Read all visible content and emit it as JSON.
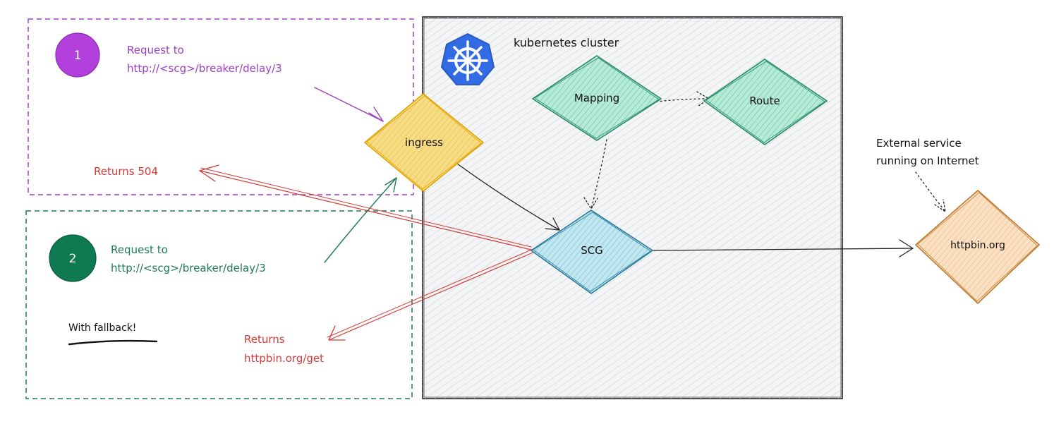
{
  "cluster": {
    "label": "kubernetes cluster",
    "logo": "kubernetes-helm-logo"
  },
  "nodes": {
    "ingress": {
      "label": "ingress",
      "fill": "#f5d36a",
      "stroke": "#e0a400"
    },
    "mapping": {
      "label": "Mapping",
      "fill": "#9fe0c8",
      "stroke": "#2a8a6a"
    },
    "route": {
      "label": "Route",
      "fill": "#9fe0c8",
      "stroke": "#2a8a6a"
    },
    "scg": {
      "label": "SCG",
      "fill": "#a8dcea",
      "stroke": "#2a7a9a"
    },
    "httpbin": {
      "label": "httpbin.org",
      "fill": "#f8d2a8",
      "stroke": "#c07a30"
    }
  },
  "scenario1": {
    "badge": "1",
    "color": "#9d3fc4",
    "request_line1": "Request to",
    "request_line2": "http://<scg>/breaker/delay/3"
  },
  "scenario2": {
    "badge": "2",
    "color": "#1f7a52",
    "request_line1": "Request to",
    "request_line2": "http://<scg>/breaker/delay/3",
    "fallback_note": "With fallback!"
  },
  "responses": {
    "color": "#d33a36",
    "returns_504": "Returns 504",
    "returns_line1": "Returns",
    "returns_line2": "httpbin.org/get"
  },
  "external": {
    "line1": "External service",
    "line2": "running on Internet"
  },
  "colors": {
    "cluster_fill": "#f2f3f5",
    "cluster_stroke": "#222222",
    "k8s_blue": "#326ce5"
  }
}
